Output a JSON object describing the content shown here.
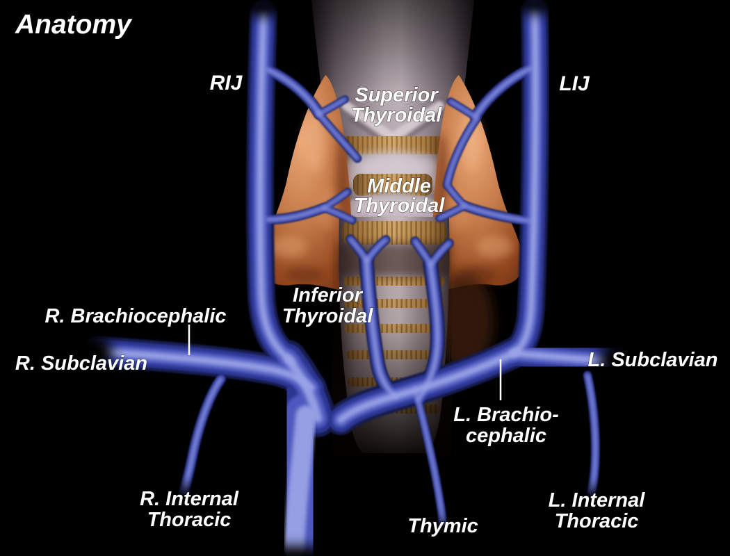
{
  "title": "Anatomy",
  "labels": {
    "rij": "RIJ",
    "lij": "LIJ",
    "superior_thyroidal": {
      "line1": "Superior",
      "line2": "Thyroidal"
    },
    "middle_thyroidal": {
      "line1": "Middle",
      "line2": "Thyroidal"
    },
    "inferior_thyroidal": {
      "line1": "Inferior",
      "line2": "Thyroidal"
    },
    "r_brachiocephalic": "R. Brachiocephalic",
    "r_subclavian": "R. Subclavian",
    "l_subclavian": "L. Subclavian",
    "l_brachiocephalic": {
      "line1": "L. Brachio-",
      "line2": "cephalic"
    },
    "r_internal_thoracic": {
      "line1": "R. Internal",
      "line2": "Thoracic"
    },
    "l_internal_thoracic": {
      "line1": "L. Internal",
      "line2": "Thoracic"
    },
    "thymic": "Thymic"
  },
  "colors": {
    "background": "#000000",
    "vein_dark": "#161a4e",
    "vein_mid": "#2c3590",
    "vein_body": "#4d59bd",
    "vein_highlight": "#99a3e6",
    "thyroid_light": "#eba877",
    "thyroid_mid": "#c47a49",
    "thyroid_dark": "#6b2f12",
    "larynx_light": "#b5a8ae",
    "larynx_dark": "#241e23",
    "cartilage_gold": "#d3a868",
    "label_text": "#ffffff",
    "leader_line": "#ffffff"
  }
}
